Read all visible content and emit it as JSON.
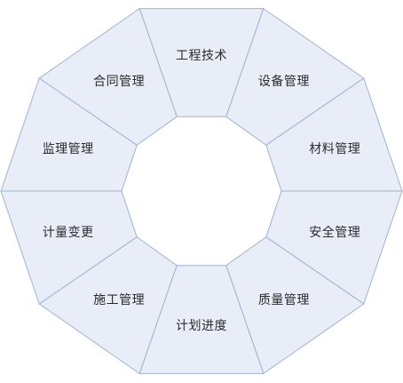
{
  "diagram": {
    "fill_color": "#e8edf8",
    "stroke_color": "#9fb3d0",
    "segments": [
      {
        "label": "工程技术"
      },
      {
        "label": "设备管理"
      },
      {
        "label": "材料管理"
      },
      {
        "label": "安全管理"
      },
      {
        "label": "质量管理"
      },
      {
        "label": "计划进度"
      },
      {
        "label": "施工管理"
      },
      {
        "label": "计量变更"
      },
      {
        "label": "监理管理"
      },
      {
        "label": "合同管理"
      }
    ]
  }
}
